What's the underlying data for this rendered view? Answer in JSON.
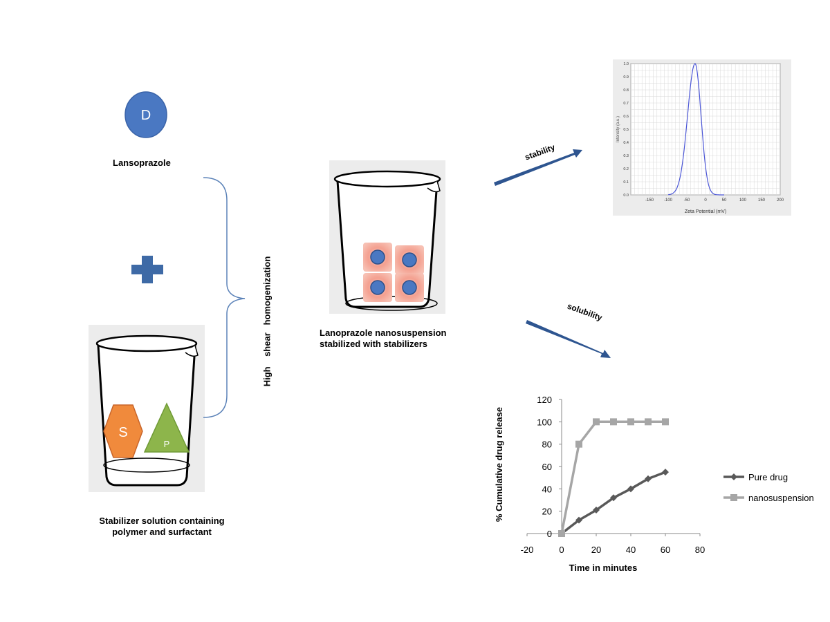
{
  "ingredients": {
    "drug_symbol": "D",
    "drug_name": "Lansoprazole",
    "stabilizer_symbol": "S",
    "polymer_symbol": "P",
    "stabilizer_caption_line1": "Stabilizer solution containing",
    "stabilizer_caption_line2": "polymer and surfactant"
  },
  "process": {
    "label": "High    shear   homogenization"
  },
  "product": {
    "caption_line1": "Lanoprazole nanosuspension",
    "caption_line2": "stabilized with stabilizers"
  },
  "arrows": {
    "stability": "stability",
    "solubility": "solubility"
  },
  "zeta_plot": {
    "xlabel": "Zeta Potential (mV)",
    "ylabel": "Intensity (a.u.)",
    "xticks": [
      "-150",
      "-100",
      "-50",
      "0",
      "50",
      "100",
      "150",
      "200"
    ],
    "yticks": [
      "0.0",
      "0.1",
      "0.2",
      "0.3",
      "0.4",
      "0.5",
      "0.6",
      "0.7",
      "0.8",
      "0.9",
      "1.0"
    ]
  },
  "colors": {
    "drug_circle": "#4a78c2",
    "stabilizer_hexagon": "#f08a3c",
    "polymer_triangle": "#8db54b",
    "plus": "#3e6aa6",
    "arrow": "#2e5590",
    "glow": "#f4a090",
    "pure_drug_series": "#595959",
    "nanosuspension_series": "#a6a6a6"
  },
  "chart_data": {
    "type": "line",
    "title": "",
    "xlabel": "Time in minutes",
    "ylabel": "% Cumulative drug release",
    "xlim": [
      -20,
      80
    ],
    "ylim": [
      0,
      120
    ],
    "xticks": [
      -20,
      0,
      20,
      40,
      60,
      80
    ],
    "yticks": [
      0,
      20,
      40,
      60,
      80,
      100,
      120
    ],
    "legend_position": "right",
    "series": [
      {
        "name": "Pure drug",
        "color": "#595959",
        "marker": "diamond",
        "x": [
          0,
          10,
          20,
          30,
          40,
          50,
          60
        ],
        "values": [
          0,
          12,
          21,
          32,
          40,
          49,
          55
        ]
      },
      {
        "name": "nanosuspension",
        "color": "#a6a6a6",
        "marker": "square",
        "x": [
          0,
          10,
          20,
          30,
          40,
          50,
          60
        ],
        "values": [
          0,
          80,
          100,
          100,
          100,
          100,
          100
        ]
      }
    ]
  }
}
